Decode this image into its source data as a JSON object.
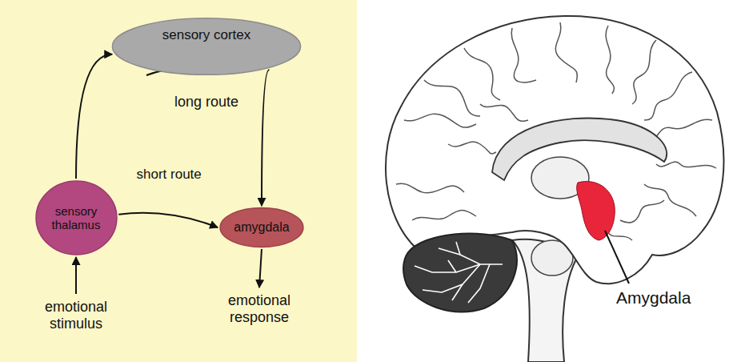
{
  "diagram": {
    "nodes": [
      {
        "text": [
          "sensory cortex"
        ]
      },
      {
        "text": [
          "sensory thalamus"
        ]
      },
      {
        "text": [
          "amygdala"
        ]
      },
      {
        "text": [
          "emotional stimulus"
        ]
      },
      {
        "text": [
          "emotional response"
        ]
      }
    ],
    "edges": [
      {
        "from": 3,
        "to": 1,
        "arrow": "to"
      },
      {
        "from": 1,
        "to": 0,
        "arrow": "to"
      },
      {
        "from": 0,
        "to": 2,
        "arrow": "to"
      },
      {
        "from": 1,
        "to": 2,
        "arrow": "to",
        "label": "short route"
      },
      {
        "from": 2,
        "to": 4,
        "arrow": "to"
      }
    ],
    "labels": [
      "long route",
      "Amygdala"
    ]
  }
}
